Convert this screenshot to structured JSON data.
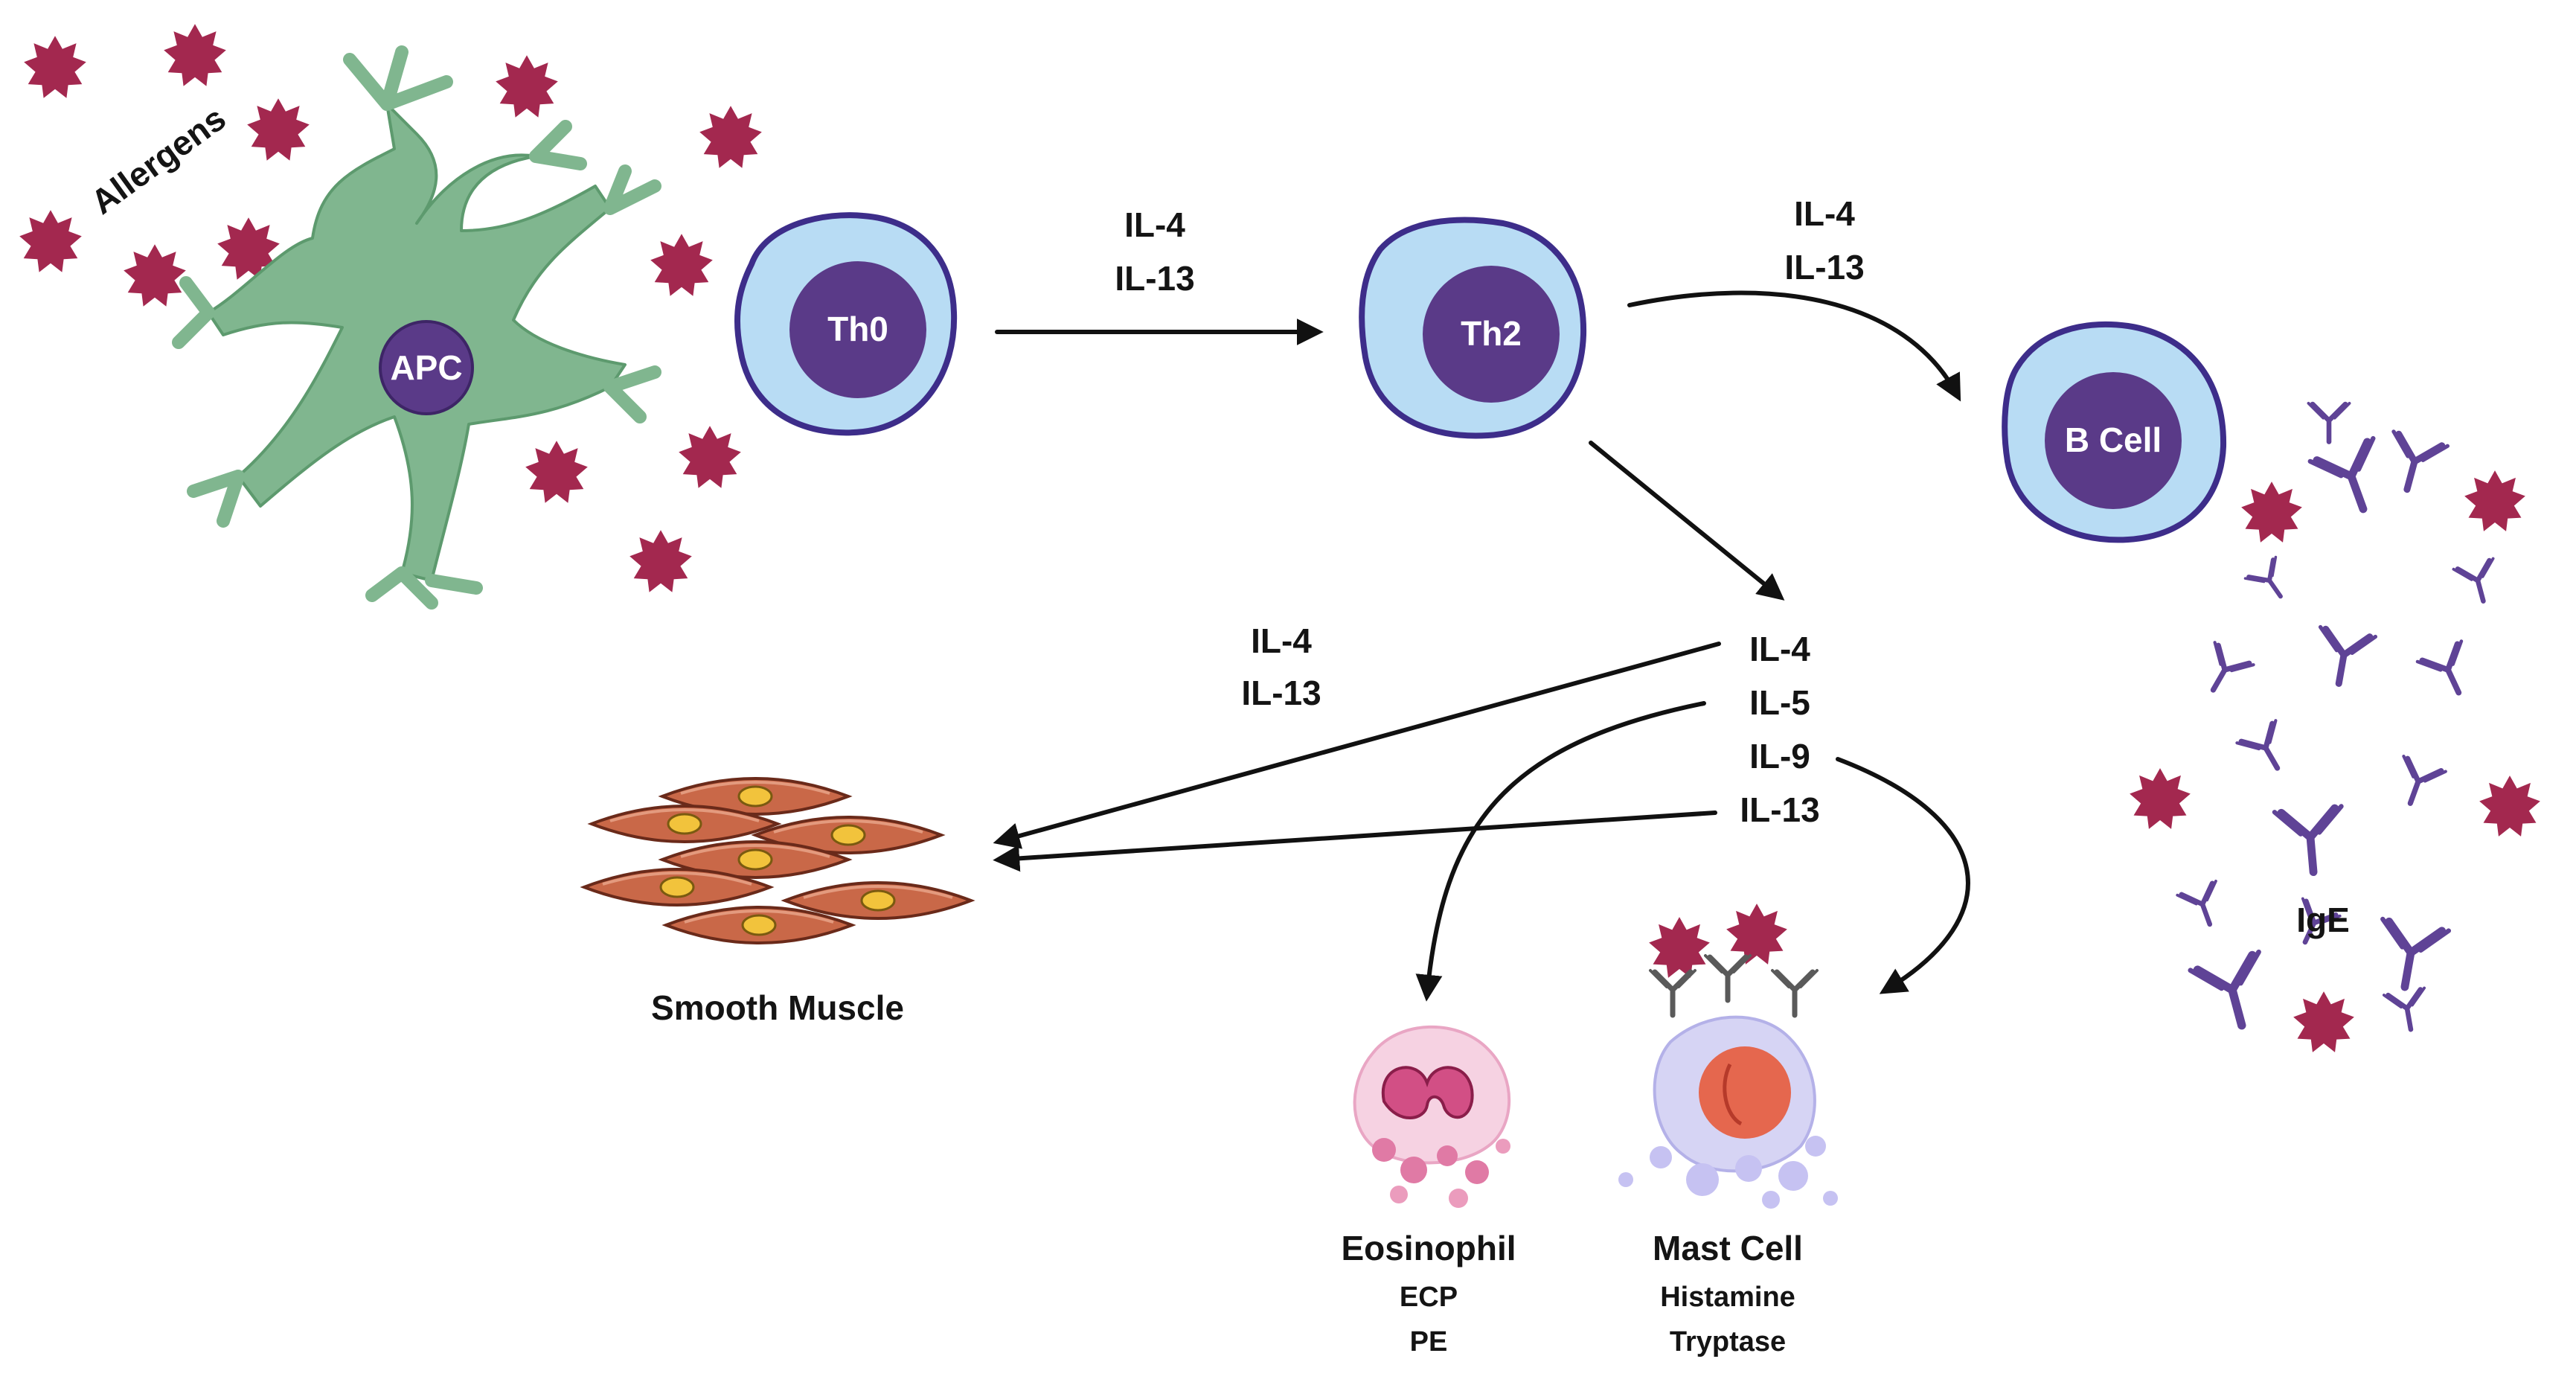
{
  "allergens": {
    "label": "Allergens"
  },
  "apc": {
    "label": "APC"
  },
  "th0": {
    "label": "Th0"
  },
  "th2": {
    "label": "Th2"
  },
  "bcell": {
    "label": "B Cell"
  },
  "ige": {
    "label": "IgE"
  },
  "arrow_th0_th2": {
    "line1": "IL-4",
    "line2": "IL-13"
  },
  "arrow_th2_bcell": {
    "line1": "IL-4",
    "line2": "IL-13"
  },
  "arrow_to_muscle": {
    "line1": "IL-4",
    "line2": "IL-13"
  },
  "cytokines": [
    "IL-4",
    "IL-5",
    "IL-9",
    "IL-13"
  ],
  "smooth_muscle": {
    "label": "Smooth Muscle"
  },
  "eosinophil": {
    "label": "Eosinophil",
    "products": [
      "ECP",
      "PE"
    ]
  },
  "mast_cell": {
    "label": "Mast Cell",
    "products": [
      "Histamine",
      "Tryptase"
    ]
  },
  "colors": {
    "allergen": "#a3284f",
    "apc_body": "#80b68f",
    "nucleus": "#5a3a88",
    "cytoplasm": "#b8dcf4",
    "antibody": "#5f4396",
    "muscle": "#c96848",
    "muscle_nucleus": "#f2c33c"
  }
}
